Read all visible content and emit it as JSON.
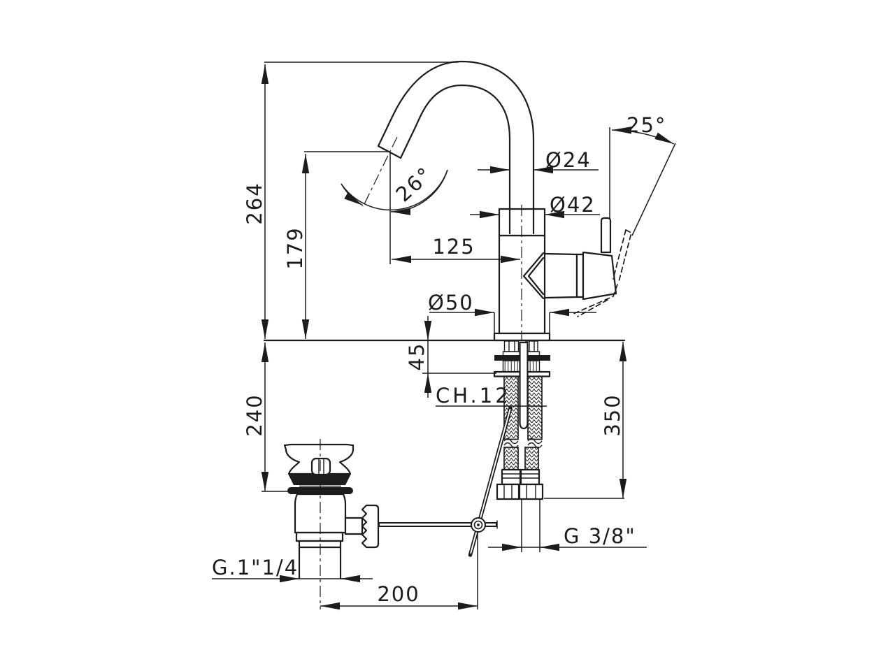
{
  "drawing": {
    "colors": {
      "background": "#ffffff",
      "line": "#1c1c1c"
    },
    "labels": {
      "total_height": "264",
      "spout_height": "179",
      "spout_angle": "26°",
      "spout_reach": "125",
      "spout_diameter": "Ø24",
      "body_diameter": "Ø42",
      "base_diameter": "Ø50",
      "handle_angle": "25°",
      "deck_clearance": "45",
      "rod_hex": "CH.12",
      "below_deck_depth": "240",
      "hose_length": "350",
      "hose_thread": "G 3/8\"",
      "waste_thread": "G.1\"1/4",
      "drain_rod_offset": "200"
    }
  }
}
